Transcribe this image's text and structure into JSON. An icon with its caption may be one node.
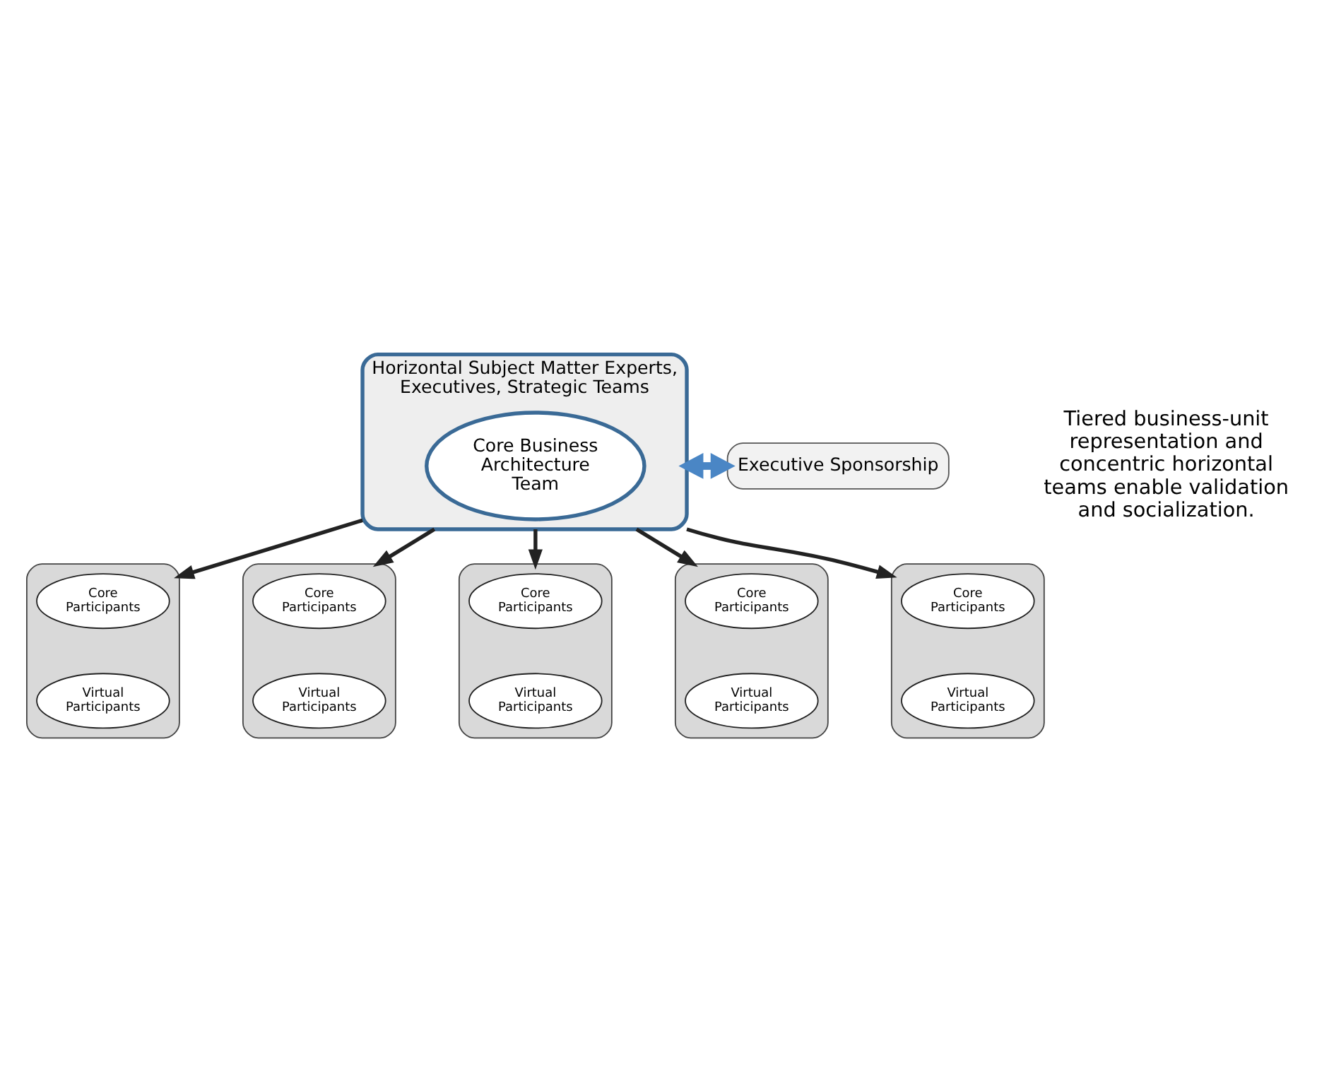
{
  "diagram": {
    "nodes": [
      {
        "text": [
          "Horizontal Subject Matter Experts, Executives, Strategic Teams"
        ]
      },
      {
        "text": [
          "Core Business Architecture Team"
        ],
        "in": 0
      },
      {
        "text": [
          "Executive Sponsorship"
        ]
      },
      {
        "text": [],
        "shape": "cylinder"
      },
      {
        "text": [
          "Core Participants"
        ],
        "in": 3
      },
      {
        "text": [
          "Virtual Participants"
        ],
        "in": 3
      },
      {
        "text": [],
        "shape": "cylinder"
      },
      {
        "text": [
          "Core Participants"
        ],
        "in": 6
      },
      {
        "text": [
          "Virtual Participants"
        ],
        "in": 6
      },
      {
        "text": [],
        "shape": "cylinder"
      },
      {
        "text": [
          "Core Participants"
        ],
        "in": 9
      },
      {
        "text": [
          "Virtual Participants"
        ],
        "in": 9
      },
      {
        "text": [],
        "shape": "cylinder"
      },
      {
        "text": [
          "Core Participants"
        ],
        "in": 12
      },
      {
        "text": [
          "Virtual Participants"
        ],
        "in": 12
      },
      {
        "text": [],
        "shape": "cylinder"
      },
      {
        "text": [
          "Core Participants"
        ],
        "in": 15
      },
      {
        "text": [
          "Virtual Participants"
        ],
        "in": 15
      }
    ],
    "edges": [
      {
        "from": 0,
        "to": 2,
        "arrow": "both",
        "style": "thick",
        "color": "#4a86c5"
      },
      {
        "from": 0,
        "to": 3,
        "arrow": "to"
      },
      {
        "from": 0,
        "to": 6,
        "arrow": "to"
      },
      {
        "from": 0,
        "to": 9,
        "arrow": "to"
      },
      {
        "from": 0,
        "to": 12,
        "arrow": "to"
      },
      {
        "from": 0,
        "to": 15,
        "arrow": "to"
      }
    ],
    "labels": [
      "Tiered business-unit representation and concentric horizontal teams enable validation and socialization."
    ]
  }
}
